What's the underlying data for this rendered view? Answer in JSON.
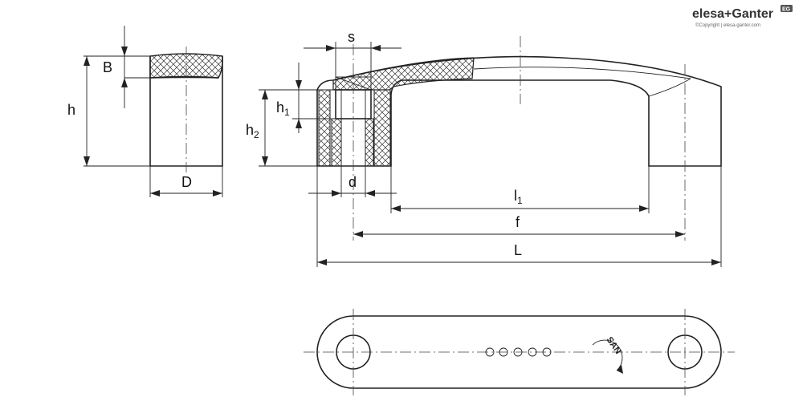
{
  "brand": {
    "name": "elesa+Ganter",
    "copyright": "©Copyright | elesa-ganter.com",
    "badge": "EG"
  },
  "labels": {
    "B": "B",
    "h": "h",
    "D": "D",
    "s": "s",
    "h1": "h",
    "h1_sub": "1",
    "h2": "h",
    "h2_sub": "2",
    "d": "d",
    "l1": "l",
    "l1_sub": "1",
    "f": "f",
    "L": "L"
  },
  "material_mark": "SAN"
}
